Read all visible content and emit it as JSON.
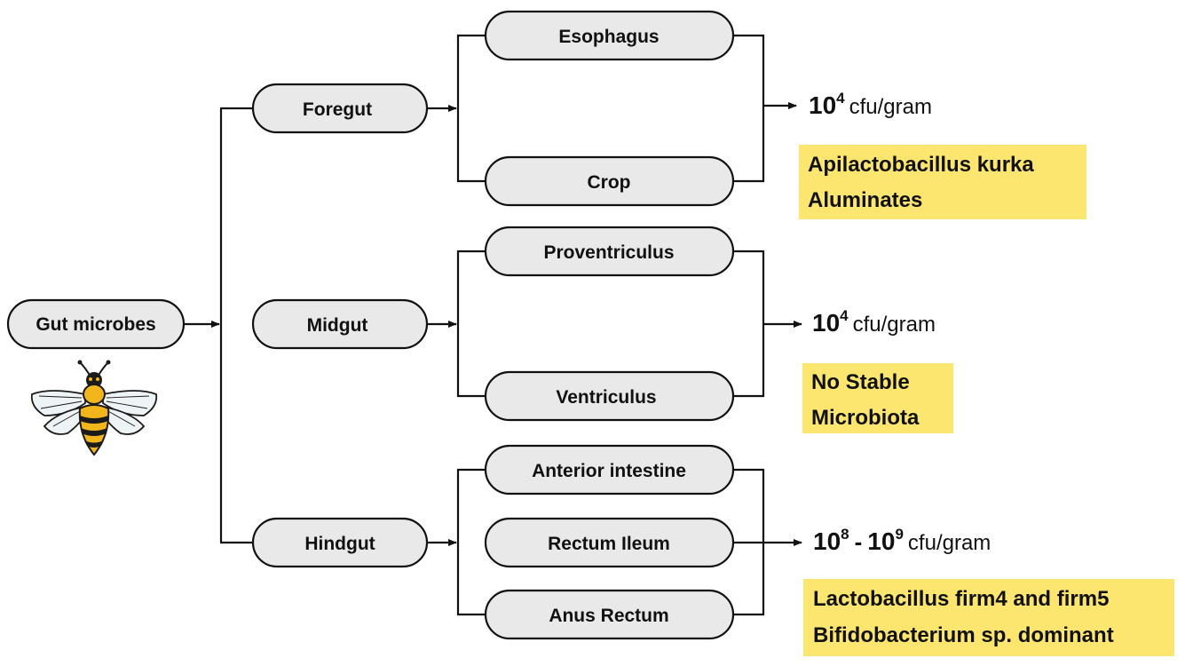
{
  "colors": {
    "pill_fill": "#e9e9e9",
    "line": "#111111",
    "note_fill": "#fde66f",
    "bee_yellow": "#f2b51c",
    "bee_dark": "#1b1b1b",
    "wing": "#eef3f6"
  },
  "root": {
    "label": "Gut microbes",
    "icon": "bee-icon"
  },
  "sections": {
    "foregut": {
      "label": "Foregut",
      "parts": [
        "Esophagus",
        "Crop"
      ],
      "count": {
        "base": "10",
        "exp": "4",
        "unit": "cfu/gram"
      },
      "note": [
        "Apilactobacillus kurka",
        "Aluminates"
      ]
    },
    "midgut": {
      "label": "Midgut",
      "parts": [
        "Proventriculus",
        "Ventriculus"
      ],
      "count": {
        "base": "10",
        "exp": "4",
        "unit": "cfu/gram"
      },
      "note": [
        "No Stable",
        "Microbiota"
      ]
    },
    "hindgut": {
      "label": "Hindgut",
      "parts": [
        "Anterior intestine",
        "Rectum Ileum",
        "Anus Rectum"
      ],
      "count": {
        "base1": "10",
        "exp1": "8",
        "sep": "-",
        "base2": "10",
        "exp2": "9",
        "unit": "cfu/gram"
      },
      "note": [
        "Lactobacillus firm4 and firm5",
        "Bifidobacterium sp. dominant"
      ]
    }
  }
}
